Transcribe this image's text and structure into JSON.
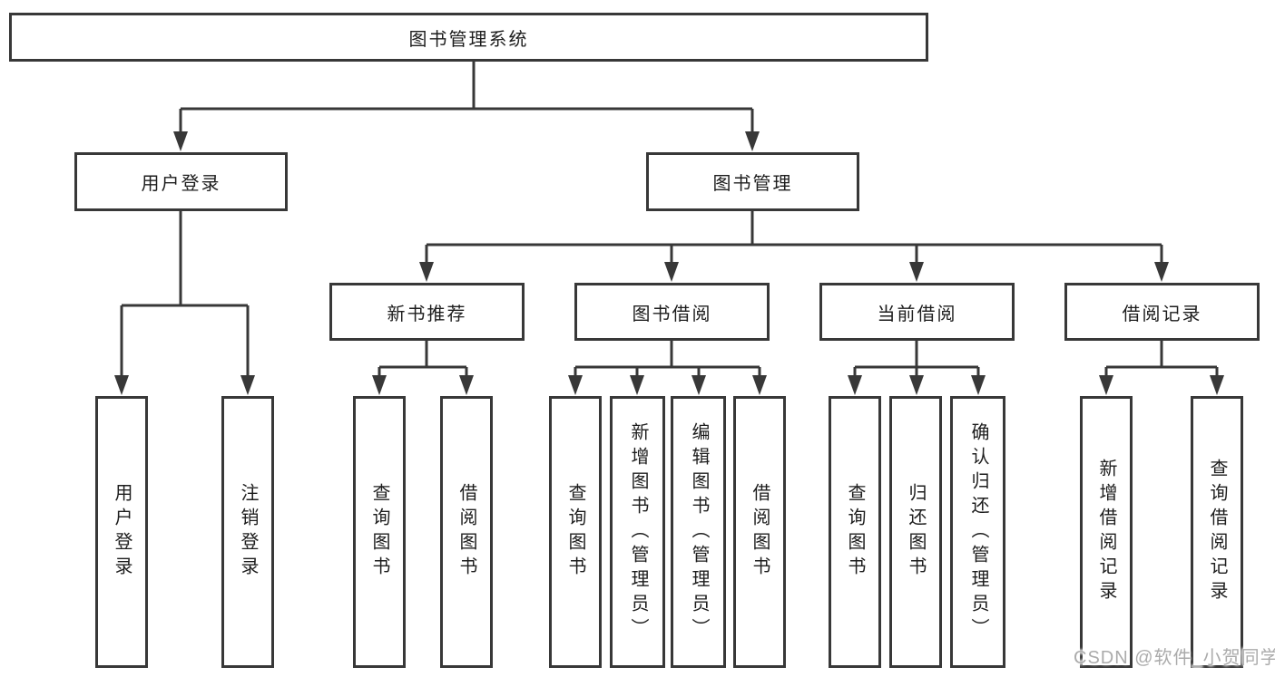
{
  "tree": {
    "root": {
      "label": "图书管理系统"
    },
    "branches": [
      {
        "label": "用户登录",
        "children": [
          {
            "label": "用户登录"
          },
          {
            "label": "注销登录"
          }
        ]
      },
      {
        "label": "图书管理",
        "groups": [
          {
            "label": "新书推荐",
            "children": [
              {
                "label": "查询图书"
              },
              {
                "label": "借阅图书"
              }
            ]
          },
          {
            "label": "图书借阅",
            "children": [
              {
                "label": "查询图书"
              },
              {
                "label": "新增图书（管理员）"
              },
              {
                "label": "编辑图书（管理员）"
              },
              {
                "label": "借阅图书"
              }
            ]
          },
          {
            "label": "当前借阅",
            "children": [
              {
                "label": "查询图书"
              },
              {
                "label": "归还图书"
              },
              {
                "label": "确认归还（管理员）"
              }
            ]
          },
          {
            "label": "借阅记录",
            "children": [
              {
                "label": "新增借阅记录"
              },
              {
                "label": "查询借阅记录"
              }
            ]
          }
        ]
      }
    ]
  },
  "watermark": {
    "text": "CSDN @软件_小贺同学"
  },
  "colors": {
    "line": "#383838",
    "box_border": "#383838",
    "text": "#1d1d1d",
    "watermark": "#ababab",
    "background": "#ffffff"
  }
}
